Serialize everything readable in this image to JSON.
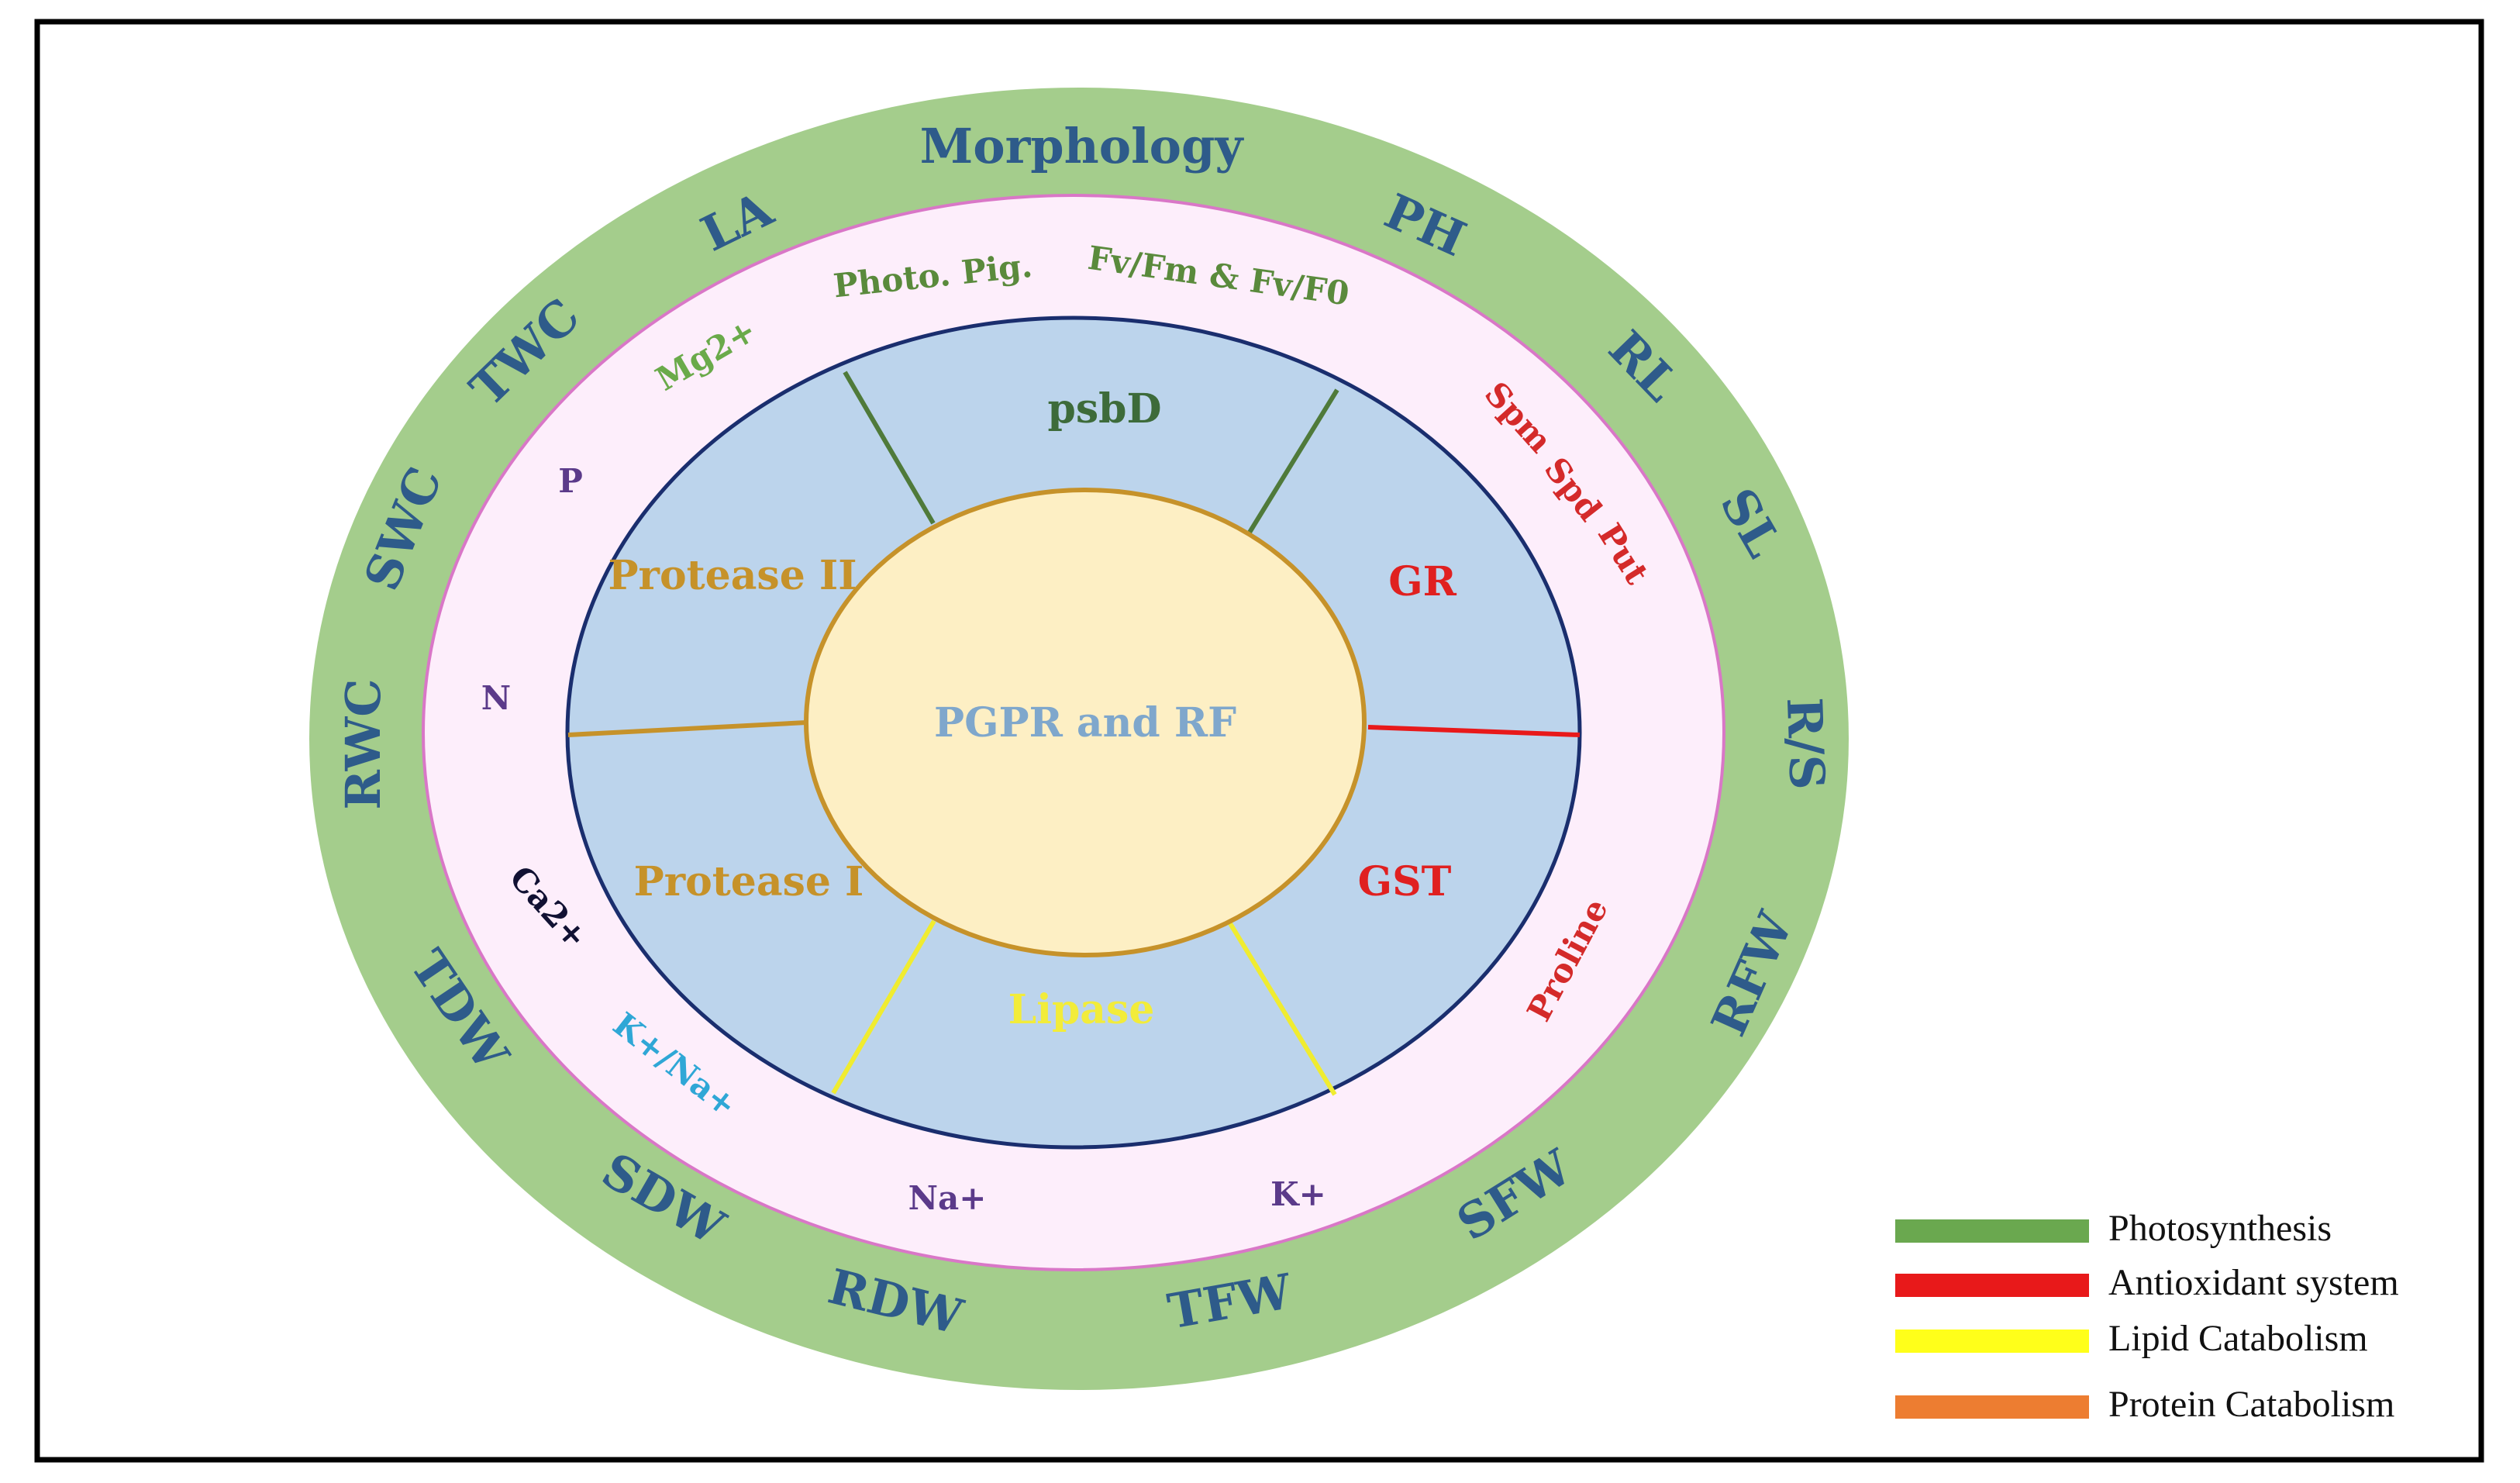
{
  "center": {
    "label": "PGPR and RF"
  },
  "outer_ring": {
    "title": "Morphology",
    "labels": [
      "PH",
      "RL",
      "SL",
      "R/S",
      "RFW",
      "SFW",
      "TFW",
      "RDW",
      "SDW",
      "TDW",
      "RWC",
      "SWC",
      "TWC",
      "LA"
    ]
  },
  "middle_ring": {
    "labels": [
      {
        "text": "Photo. Pig.",
        "color": "#5a8a3c"
      },
      {
        "text": "Fv/Fm & Fv/F0",
        "color": "#5a8a3c"
      },
      {
        "text": "Mg2+",
        "color": "#6aaa4a"
      },
      {
        "text": "Spm",
        "color": "#d42a2a"
      },
      {
        "text": "Spd",
        "color": "#d42a2a"
      },
      {
        "text": "Put",
        "color": "#d42a2a"
      },
      {
        "text": "P",
        "color": "#5b3a8a"
      },
      {
        "text": "N",
        "color": "#5b3a8a"
      },
      {
        "text": "Ca2+",
        "color": "#111133"
      },
      {
        "text": "K+/Na+",
        "color": "#2fa7d6"
      },
      {
        "text": "Na+",
        "color": "#5b3a8a"
      },
      {
        "text": "K+",
        "color": "#5b3a8a"
      },
      {
        "text": "Proline",
        "color": "#d42a2a"
      }
    ]
  },
  "sectors": [
    {
      "label": "psbD",
      "color": "#3d6b3a"
    },
    {
      "label": "GR",
      "color": "#e02020"
    },
    {
      "label": "GST",
      "color": "#e02020"
    },
    {
      "label": "Lipase",
      "color": "#f2ec3a"
    },
    {
      "label": "Protease I",
      "color": "#c6922a"
    },
    {
      "label": "Protease II",
      "color": "#c6922a"
    }
  ],
  "colors": {
    "outer_ring": "#a4cd8c",
    "middle_ring": "#fdeefb",
    "middle_ring_border": "#d977c7",
    "inner_ring": "#bcd4ec",
    "inner_ring_border": "#1a2e6e",
    "center": "#fdefc4",
    "center_border": "#c6922a",
    "center_text": "#7fa7cc"
  },
  "legend": [
    {
      "label": "Photosynthesis",
      "color": "#6aa84f"
    },
    {
      "label": "Antioxidant system",
      "color": "#e8191a"
    },
    {
      "label": "Lipid Catabolism",
      "color": "#ffff1a"
    },
    {
      "label": "Protein Catabolism",
      "color": "#ed7d31"
    }
  ]
}
